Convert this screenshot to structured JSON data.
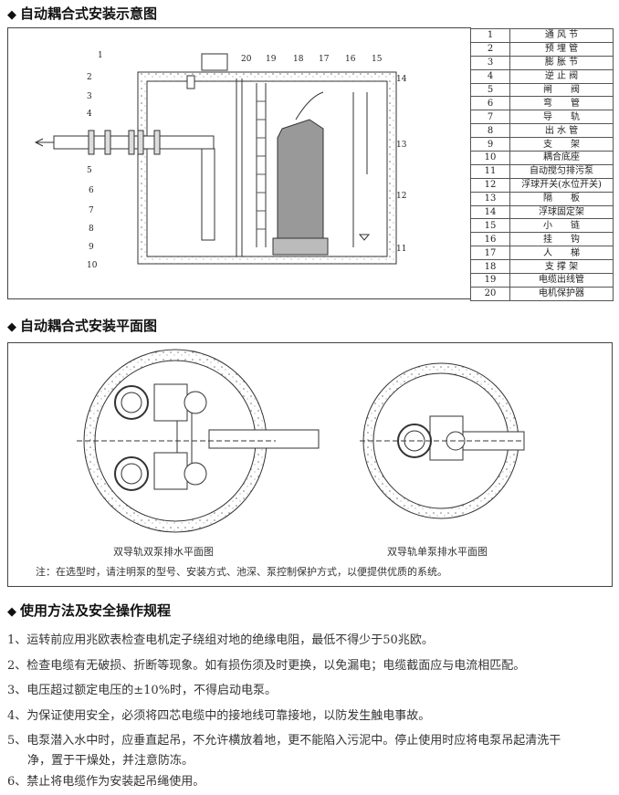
{
  "sections": {
    "install_diagram_title": "自动耦合式安装示意图",
    "plan_title": "自动耦合式安装平面图",
    "usage_title": "使用方法及安全操作规程"
  },
  "parts": [
    {
      "no": "1",
      "name": "通 风 节"
    },
    {
      "no": "2",
      "name": "预 埋 管"
    },
    {
      "no": "3",
      "name": "膨 胀 节"
    },
    {
      "no": "4",
      "name": "逆 止 阀"
    },
    {
      "no": "5",
      "name": "闸　　阀"
    },
    {
      "no": "6",
      "name": "弯　　管"
    },
    {
      "no": "7",
      "name": "导　　轨"
    },
    {
      "no": "8",
      "name": "出 水 管"
    },
    {
      "no": "9",
      "name": "支　　架"
    },
    {
      "no": "10",
      "name": "耦合底座"
    },
    {
      "no": "11",
      "name": "自动搅匀排污泵"
    },
    {
      "no": "12",
      "name": "浮球开关(水位开关)"
    },
    {
      "no": "13",
      "name": "隔　　板"
    },
    {
      "no": "14",
      "name": "浮球固定架"
    },
    {
      "no": "15",
      "name": "小　　链"
    },
    {
      "no": "16",
      "name": "挂　　钩"
    },
    {
      "no": "17",
      "name": "人　　梯"
    },
    {
      "no": "18",
      "name": "支 撑 架"
    },
    {
      "no": "19",
      "name": "电缆出线管"
    },
    {
      "no": "20",
      "name": "电机保护器"
    }
  ],
  "plan": {
    "double_pump_caption": "双导轨双泵排水平面图",
    "single_pump_caption": "双导轨单泵排水平面图",
    "note": "注：在选型时，请注明泵的型号、安装方式、池深、泵控制保护方式，以便提供优质的系统。"
  },
  "usage": {
    "items": [
      "1、运转前应用兆欧表检查电机定子绕组对地的绝缘电阻，最低不得少于50兆欧。",
      "2、检查电缆有无破损、折断等现象。如有损伤须及时更换，以免漏电；电缆截面应与电流相匹配。",
      "3、电压超过额定电压的±10%时，不得启动电泵。",
      "4、为保证使用安全，必须将四芯电缆中的接地线可靠接地，以防发生触电事故。",
      "5、电泵潜入水中时，应垂直起吊，不允许横放着地，更不能陷入污泥中。停止使用时应将电泵吊起清洗干",
      "净，置于干燥处，并注意防冻。",
      "6、禁止将电缆作为安装起吊绳使用。"
    ]
  }
}
